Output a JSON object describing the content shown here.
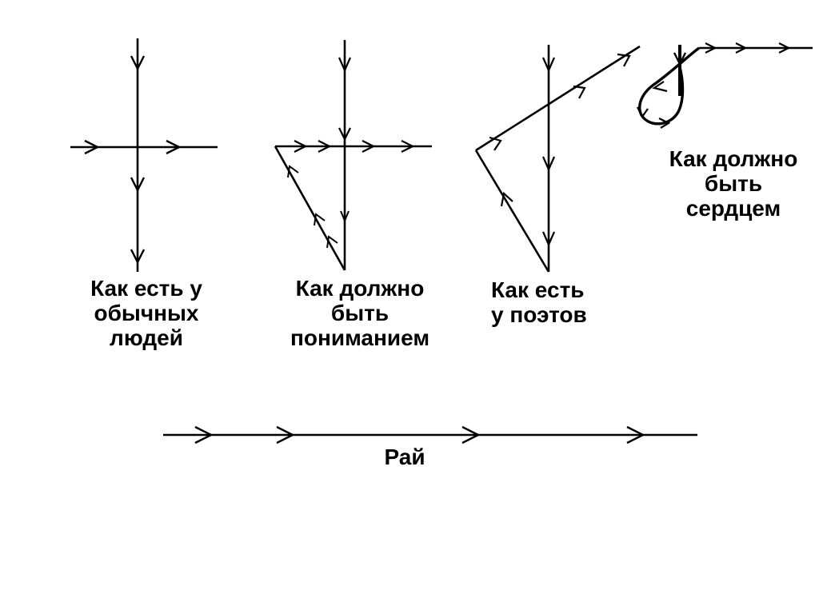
{
  "diagram": {
    "colors": {
      "stroke": "#000000",
      "text": "#000000",
      "background": "#ffffff"
    },
    "panels": [
      {
        "id": "ordinary-people",
        "label_lines": [
          "Как есть у",
          "обычных",
          "людей"
        ]
      },
      {
        "id": "understanding",
        "label_lines": [
          "Как должно",
          "быть",
          "пониманием"
        ]
      },
      {
        "id": "poets",
        "label_lines": [
          "Как есть",
          "у поэтов"
        ]
      },
      {
        "id": "heart",
        "label_lines": [
          "Как должно",
          "быть",
          "сердцем"
        ]
      }
    ],
    "paradise": {
      "label": "Рай"
    }
  }
}
